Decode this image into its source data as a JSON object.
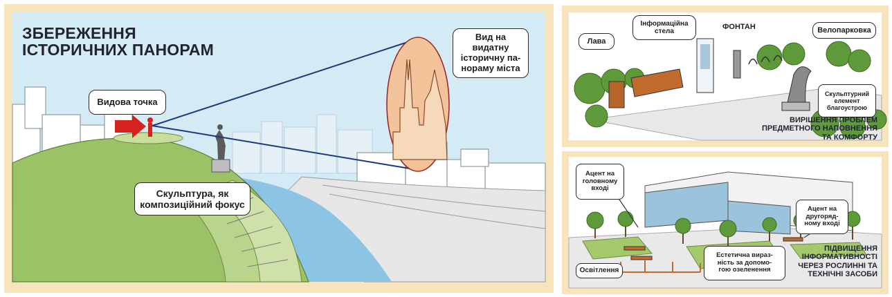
{
  "main": {
    "title_line1": "ЗБЕРЕЖЕННЯ",
    "title_line2": "ІСТОРИЧНИХ ПАНОРАМ",
    "callouts": {
      "viewpoint": "Видова точка",
      "view": "Вид на видатну історичну па-нораму міста",
      "sculpture_line1": "Скульптура, як",
      "sculpture_line2": "композиційний фокус"
    }
  },
  "top_right": {
    "labels": {
      "bench": "Лава",
      "stele_line1": "Інформаційна",
      "stele_line2": "стела",
      "fountain": "ФОНТАН",
      "bike": "Велопарковка",
      "sculpt_line1": "Скульптурний",
      "sculpt_line2": "елемент",
      "sculpt_line3": "благоустрою"
    },
    "caption_line1": "ВИРІШЕННЯ ПРОБЛЕМ",
    "caption_line2": "ПРЕДМЕТНОГО НАПОВНЕННЯ",
    "caption_line3": "ТА КОМФОРТУ"
  },
  "bottom_right": {
    "labels": {
      "main_line1": "Ацент на",
      "main_line2": "головному",
      "main_line3": "вході",
      "second_line1": "Ацент на",
      "second_line2": "другоряд-",
      "second_line3": "ному вході",
      "aesthetic_line1": "Естетична вираз-",
      "aesthetic_line2": "ність за допомо-",
      "aesthetic_line3": "гою озеленення",
      "lighting": "Освітлення"
    },
    "caption_line1": "ПІДВИЩЕННЯ",
    "caption_line2": "ІНФОРМАТИВНОСТІ",
    "caption_line3": "ЧЕРЕЗ РОСЛИННІ ТА",
    "caption_line4": "ТЕХНІЧНІ ЗАСОБИ"
  },
  "colors": {
    "frame": "#f7e4bd",
    "sky": "#cfe8f4",
    "grass": "#9bc266",
    "water": "#8cc4e6",
    "accent_red": "#d4221c",
    "lens": "#f3c49a"
  }
}
